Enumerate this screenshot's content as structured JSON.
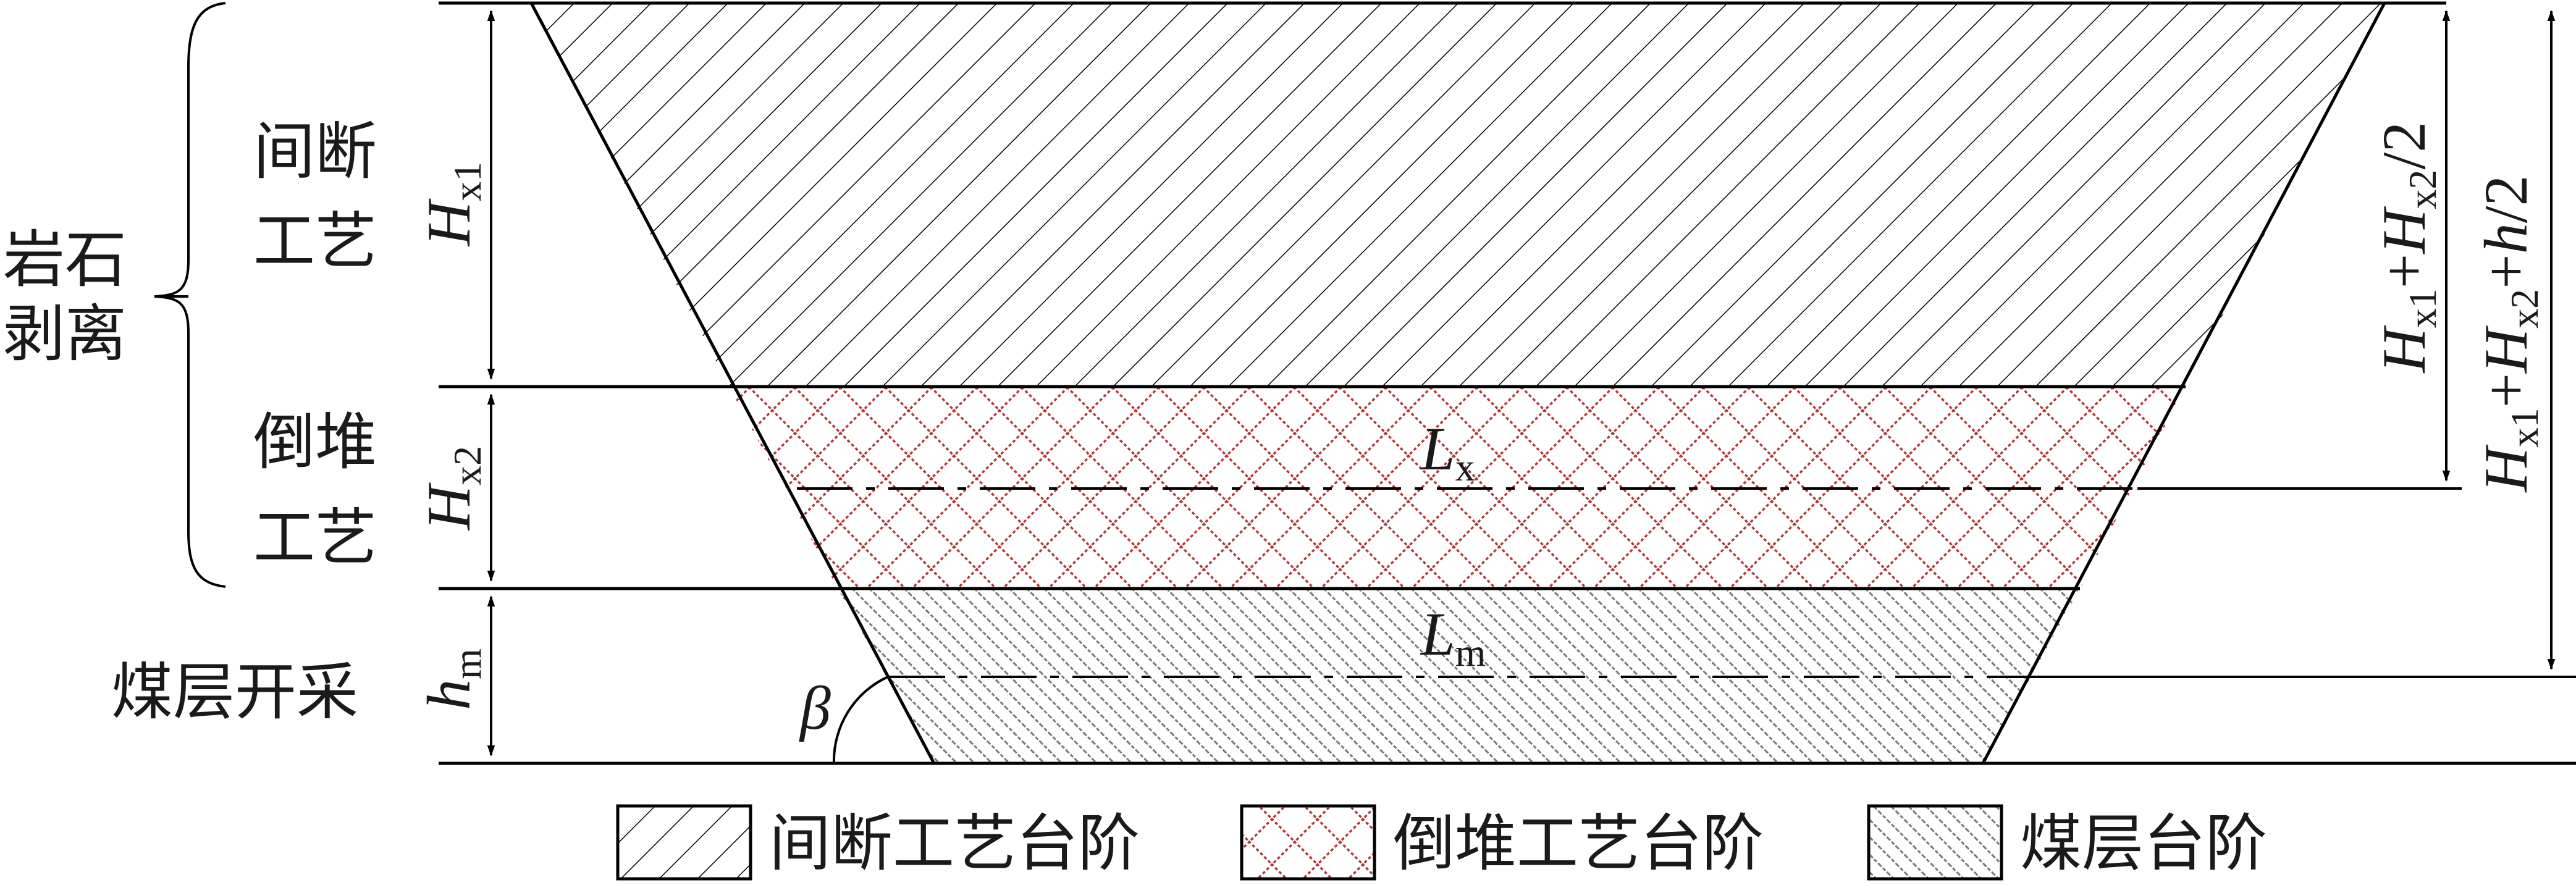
{
  "left_labels": {
    "rock_stripping": [
      "岩石",
      "剥离"
    ],
    "intermittent_process": [
      "间断",
      "工艺"
    ],
    "dump_process": [
      "倒堆",
      "工艺"
    ],
    "coal_mining": "煤层开采"
  },
  "dimensions": {
    "hx1": {
      "main": "H",
      "sub": "x1"
    },
    "hx2": {
      "main": "H",
      "sub": "x2"
    },
    "hm": {
      "main": "h",
      "sub": "m"
    },
    "right_1": {
      "p1": "H",
      "s1": "x1",
      "plus1": "+",
      "p2": "H",
      "s2": "x2",
      "tail": "/2"
    },
    "right_2": {
      "p1": "H",
      "s1": "x1",
      "plus1": "+",
      "p2": "H",
      "s2": "x2",
      "plus2": "+",
      "p3": "h",
      "tail": "/2"
    }
  },
  "inner_labels": {
    "lx": {
      "main": "L",
      "sub": "x"
    },
    "lm": {
      "main": "L",
      "sub": "m"
    },
    "beta": "β"
  },
  "legend": [
    {
      "label": "间断工艺台阶",
      "pattern": "diagonal-hatch"
    },
    {
      "label": "倒堆工艺台阶",
      "pattern": "red-crosshatch"
    },
    {
      "label": "煤层台阶",
      "pattern": "fine-gray-hatch"
    }
  ],
  "colors": {
    "line": "#000000",
    "crosshatch": "#b03a3a",
    "coal_hatch": "#7a7a7a"
  }
}
